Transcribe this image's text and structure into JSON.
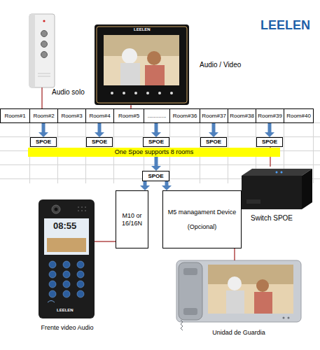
{
  "diagram": {
    "nodes": [
      {
        "text": [
          "Audio solo"
        ]
      },
      {
        "text": [
          "Audio / Video"
        ]
      },
      {
        "text": [
          "Room#1"
        ]
      },
      {
        "text": [
          "Room#2"
        ]
      },
      {
        "text": [
          "Room#3"
        ]
      },
      {
        "text": [
          "Room#4"
        ]
      },
      {
        "text": [
          "Room#5"
        ]
      },
      {
        "text": [
          "............"
        ]
      },
      {
        "text": [
          "Room#36"
        ]
      },
      {
        "text": [
          "Room#37"
        ]
      },
      {
        "text": [
          "Room#38"
        ]
      },
      {
        "text": [
          "Room#39"
        ]
      },
      {
        "text": [
          "Room#40"
        ]
      },
      {
        "text": [
          "SPOE"
        ]
      },
      {
        "text": [
          "SPOE"
        ]
      },
      {
        "text": [
          "SPOE"
        ]
      },
      {
        "text": [
          "SPOE"
        ]
      },
      {
        "text": [
          "SPOE"
        ]
      },
      {
        "text": [
          "One Spoe supports 8 rooms"
        ]
      },
      {
        "text": [
          "SPOE"
        ]
      },
      {
        "text": [
          "Switch SPOE"
        ]
      },
      {
        "text": [
          "M10 or 16/16N"
        ]
      },
      {
        "text": [
          "M5 managament Device",
          "(Opcional)"
        ]
      },
      {
        "text": [
          "Frente video Audio"
        ]
      },
      {
        "text": [
          "Unidad de Guardia"
        ]
      }
    ],
    "edges": [
      {
        "from": 0,
        "to": 3,
        "arrow": "none"
      },
      {
        "from": 1,
        "to": 6,
        "arrow": "none"
      },
      {
        "from": 3,
        "to": 13,
        "arrow": "to"
      },
      {
        "from": 5,
        "to": 14,
        "arrow": "to"
      },
      {
        "from": 7,
        "to": 15,
        "arrow": "to"
      },
      {
        "from": 9,
        "to": 16,
        "arrow": "to"
      },
      {
        "from": 11,
        "to": 17,
        "arrow": "to"
      },
      {
        "from": 18,
        "to": 19,
        "arrow": "to"
      },
      {
        "from": 17,
        "to": 20,
        "arrow": "none"
      },
      {
        "from": 19,
        "to": 21,
        "arrow": "to"
      },
      {
        "from": 19,
        "to": 22,
        "arrow": "to"
      },
      {
        "from": 23,
        "to": 21,
        "arrow": "none"
      },
      {
        "from": 22,
        "to": 24,
        "arrow": "none"
      }
    ],
    "labels": [
      "LEELEN",
      "LEELEN",
      "08:55",
      "LEELEN"
    ]
  }
}
